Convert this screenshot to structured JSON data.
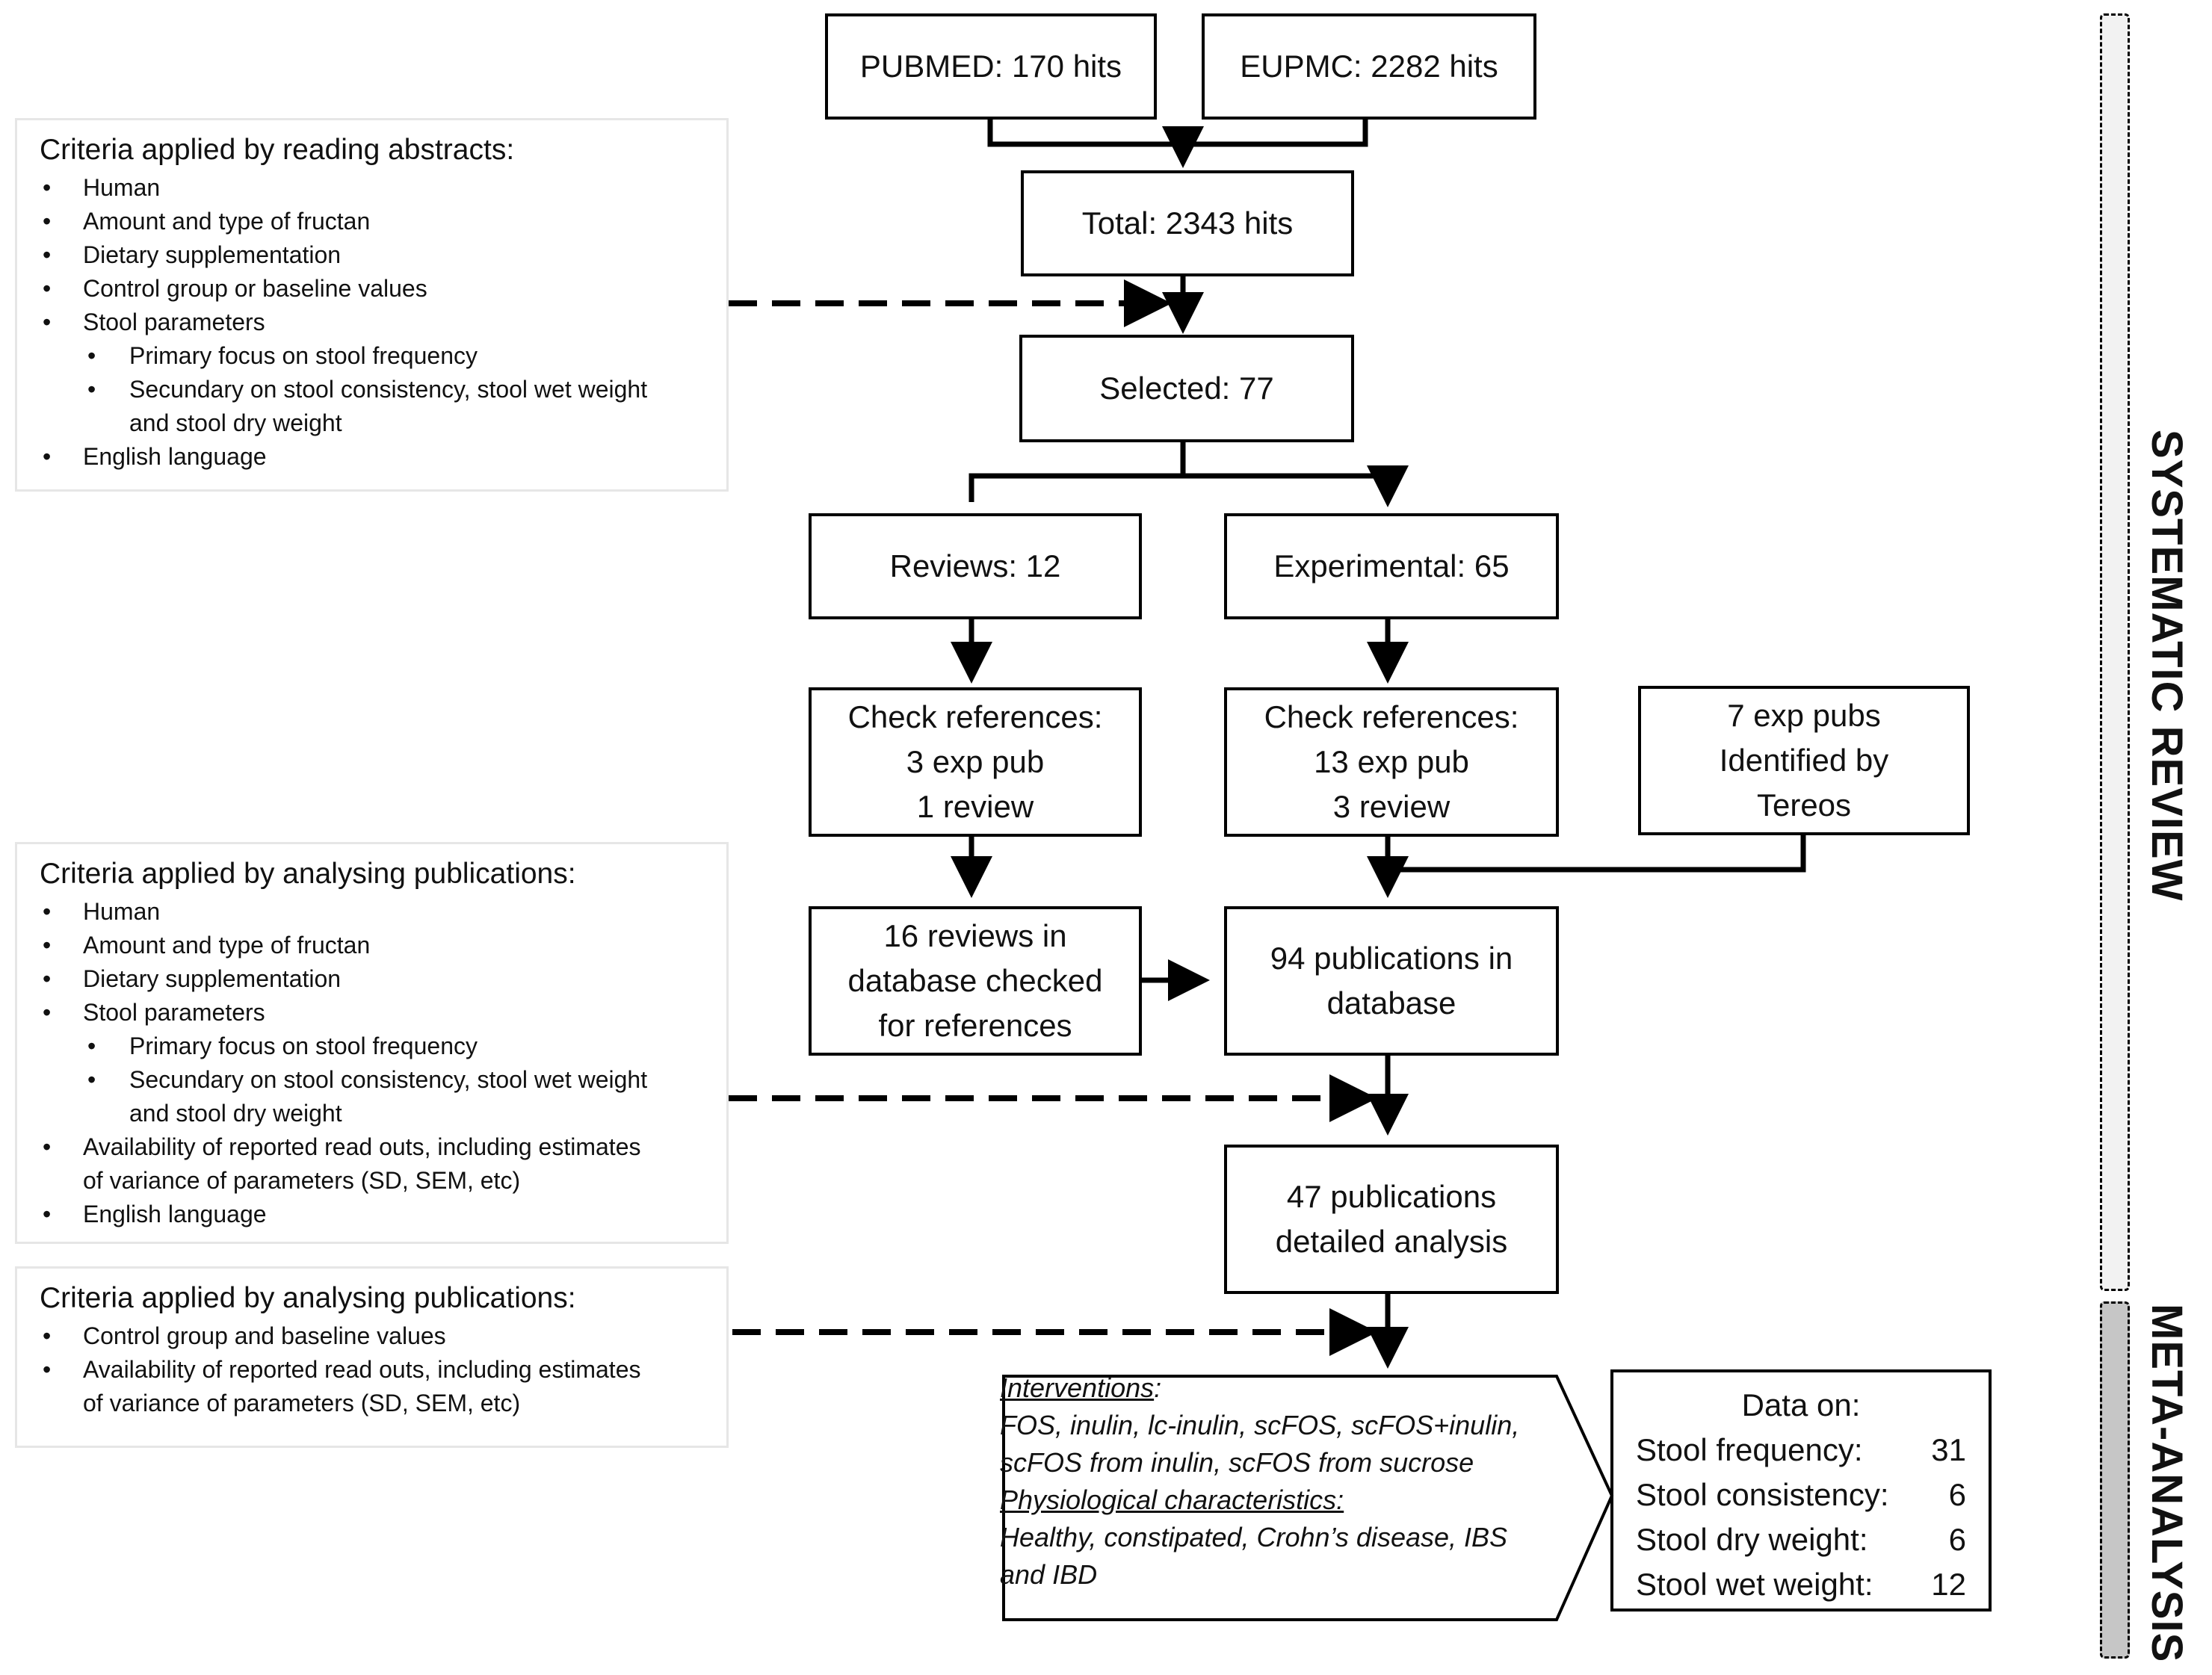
{
  "search": {
    "pubmed": "PUBMED: 170 hits",
    "eupmc": "EUPMC: 2282 hits",
    "total": "Total: 2343 hits",
    "selected": "Selected: 77"
  },
  "split": {
    "reviews": "Reviews: 12",
    "experimental": "Experimental: 65"
  },
  "checks": {
    "reviews_check": [
      "Check references:",
      "3 exp pub",
      "1 review"
    ],
    "exp_check": [
      "Check references:",
      "13 exp pub",
      "3 review"
    ],
    "tereos": [
      "7 exp pubs",
      "Identified by",
      "Tereos"
    ]
  },
  "database": {
    "reviews_db": [
      "16 reviews in",
      "database checked",
      "for references"
    ],
    "pubs_db": [
      "94 publications in",
      "database"
    ],
    "detailed": [
      "47 publications",
      "detailed analysis"
    ]
  },
  "criteria_abstracts": {
    "title": "Criteria applied by reading abstracts:",
    "items": [
      {
        "text": "Human",
        "level": 1
      },
      {
        "text": "Amount and type of fructan",
        "level": 1
      },
      {
        "text": "Dietary supplementation",
        "level": 1
      },
      {
        "text": "Control group or baseline values",
        "level": 1
      },
      {
        "text": "Stool parameters",
        "level": 1
      },
      {
        "text": "Primary focus on stool frequency",
        "level": 2
      },
      {
        "text": "Secundary on stool consistency, stool wet weight",
        "level": 2,
        "cont": "and stool dry weight"
      },
      {
        "text": "English language",
        "level": 1
      }
    ]
  },
  "criteria_publications_1": {
    "title": "Criteria applied by analysing publications:",
    "items": [
      {
        "text": "Human",
        "level": 1
      },
      {
        "text": "Amount and type of fructan",
        "level": 1
      },
      {
        "text": "Dietary supplementation",
        "level": 1
      },
      {
        "text": "Stool parameters",
        "level": 1
      },
      {
        "text": "Primary focus on stool frequency",
        "level": 2
      },
      {
        "text": "Secundary on stool consistency, stool wet weight",
        "level": 2,
        "cont": "and stool dry weight"
      },
      {
        "text": "Availability of reported read outs, including estimates",
        "level": 1,
        "cont": "of variance of parameters (SD, SEM, etc)"
      },
      {
        "text": "English language",
        "level": 1
      }
    ]
  },
  "criteria_publications_2": {
    "title": "Criteria applied by analysing publications:",
    "items": [
      {
        "text": "Control group and baseline values",
        "level": 1
      },
      {
        "text": "Availability of reported read outs, including estimates",
        "level": 1,
        "cont": "of variance of parameters (SD, SEM, etc)"
      }
    ]
  },
  "interventions": {
    "interventions_heading": "Interventions",
    "interventions_colon": ":",
    "interventions_lines": [
      "FOS, inulin, lc-inulin, scFOS, scFOS+inulin,",
      "scFOS from inulin, scFOS from sucrose"
    ],
    "physiology_heading": "Physiological characteristics:",
    "physiology_lines": [
      "Healthy, constipated, Crohn’s disease, IBS",
      "and IBD"
    ]
  },
  "data_on": {
    "title": "Data on:",
    "rows": [
      {
        "label": "Stool frequency:",
        "value": 31
      },
      {
        "label": "Stool consistency:",
        "value": 6
      },
      {
        "label": "Stool dry weight:",
        "value": 6
      },
      {
        "label": "Stool wet weight:",
        "value": 12
      }
    ]
  },
  "side_labels": {
    "systematic_review": "SYSTEMATIC REVIEW",
    "meta_analysis": "META-ANALYSIS"
  }
}
